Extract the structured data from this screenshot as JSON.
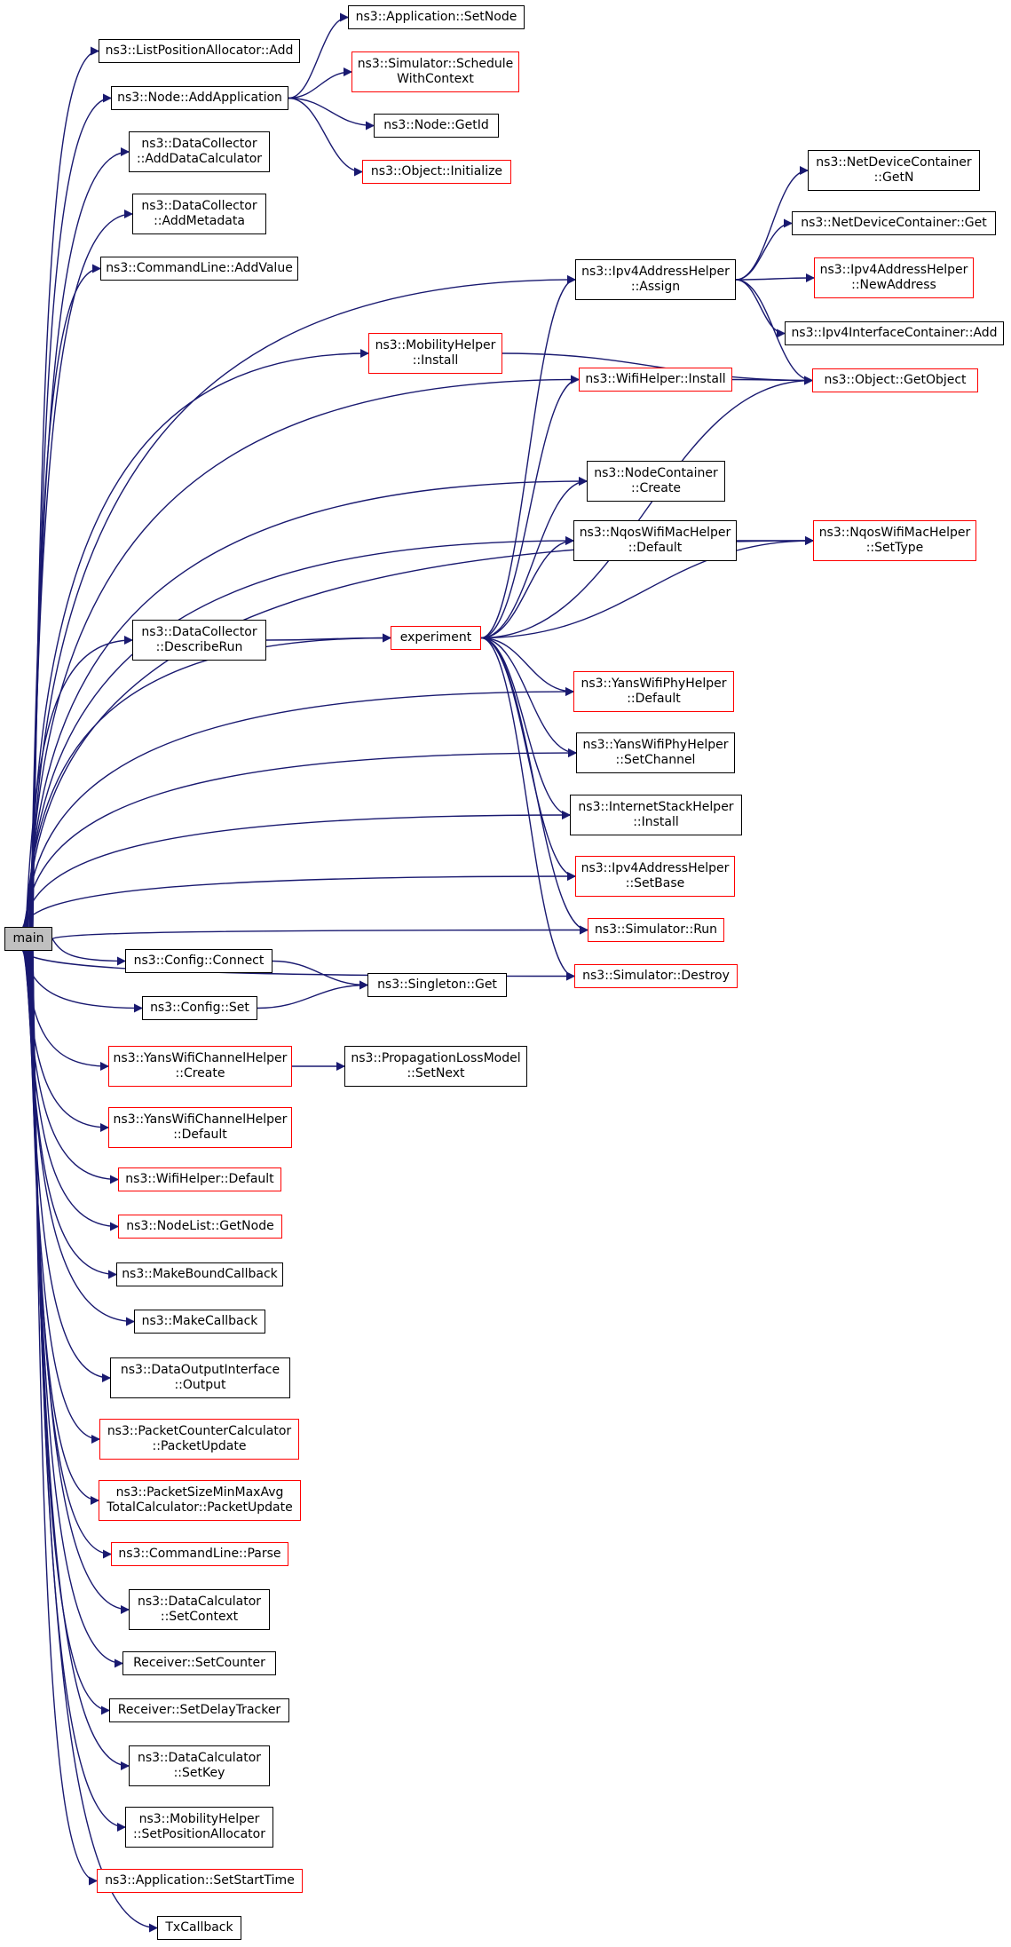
{
  "diagram": {
    "edge_color": "#191970",
    "node_border_color": "#000000",
    "incomplete_node_border_color": "#ff0000",
    "root_fill_color": "#bfbfbf",
    "nodes": [
      {
        "id": "main",
        "lines": [
          "main"
        ],
        "style": "root"
      },
      {
        "id": "listposalloc_add",
        "lines": [
          "ns3::ListPositionAllocator::Add"
        ],
        "style": "black"
      },
      {
        "id": "node_addapp",
        "lines": [
          "ns3::Node::AddApplication"
        ],
        "style": "black"
      },
      {
        "id": "app_setnode",
        "lines": [
          "ns3::Application::SetNode"
        ],
        "style": "black"
      },
      {
        "id": "sim_schedwithctx",
        "lines": [
          "ns3::Simulator::Schedule",
          "WithContext"
        ],
        "style": "red"
      },
      {
        "id": "node_getid",
        "lines": [
          "ns3::Node::GetId"
        ],
        "style": "black"
      },
      {
        "id": "obj_initialize",
        "lines": [
          "ns3::Object::Initialize"
        ],
        "style": "red"
      },
      {
        "id": "dc_adddatacalc",
        "lines": [
          "ns3::DataCollector",
          "::AddDataCalculator"
        ],
        "style": "black"
      },
      {
        "id": "dc_addmetadata",
        "lines": [
          "ns3::DataCollector",
          "::AddMetadata"
        ],
        "style": "black"
      },
      {
        "id": "cmd_addvalue",
        "lines": [
          "ns3::CommandLine::AddValue"
        ],
        "style": "black"
      },
      {
        "id": "ipv4addr_assign",
        "lines": [
          "ns3::Ipv4AddressHelper",
          "::Assign"
        ],
        "style": "black"
      },
      {
        "id": "ndc_getn",
        "lines": [
          "ns3::NetDeviceContainer",
          "::GetN"
        ],
        "style": "black"
      },
      {
        "id": "ndc_get",
        "lines": [
          "ns3::NetDeviceContainer::Get"
        ],
        "style": "black"
      },
      {
        "id": "ipv4addr_newaddr",
        "lines": [
          "ns3::Ipv4AddressHelper",
          "::NewAddress"
        ],
        "style": "red"
      },
      {
        "id": "ipv4ifc_add",
        "lines": [
          "ns3::Ipv4InterfaceContainer::Add"
        ],
        "style": "black"
      },
      {
        "id": "mob_install",
        "lines": [
          "ns3::MobilityHelper",
          "::Install"
        ],
        "style": "red"
      },
      {
        "id": "wifi_install",
        "lines": [
          "ns3::WifiHelper::Install"
        ],
        "style": "red"
      },
      {
        "id": "obj_getobject",
        "lines": [
          "ns3::Object::GetObject"
        ],
        "style": "red"
      },
      {
        "id": "nc_create",
        "lines": [
          "ns3::NodeContainer",
          "::Create"
        ],
        "style": "black"
      },
      {
        "id": "nqos_default",
        "lines": [
          "ns3::NqosWifiMacHelper",
          "::Default"
        ],
        "style": "black"
      },
      {
        "id": "nqos_settype",
        "lines": [
          "ns3::NqosWifiMacHelper",
          "::SetType"
        ],
        "style": "red"
      },
      {
        "id": "dc_describerun",
        "lines": [
          "ns3::DataCollector",
          "::DescribeRun"
        ],
        "style": "black"
      },
      {
        "id": "experiment",
        "lines": [
          "experiment"
        ],
        "style": "red"
      },
      {
        "id": "yphy_default",
        "lines": [
          "ns3::YansWifiPhyHelper",
          "::Default"
        ],
        "style": "red"
      },
      {
        "id": "yphy_setchannel",
        "lines": [
          "ns3::YansWifiPhyHelper",
          "::SetChannel"
        ],
        "style": "black"
      },
      {
        "id": "inet_install",
        "lines": [
          "ns3::InternetStackHelper",
          "::Install"
        ],
        "style": "black"
      },
      {
        "id": "ipv4addr_setbase",
        "lines": [
          "ns3::Ipv4AddressHelper",
          "::SetBase"
        ],
        "style": "red"
      },
      {
        "id": "sim_run",
        "lines": [
          "ns3::Simulator::Run"
        ],
        "style": "red"
      },
      {
        "id": "sim_destroy",
        "lines": [
          "ns3::Simulator::Destroy"
        ],
        "style": "red"
      },
      {
        "id": "cfg_connect",
        "lines": [
          "ns3::Config::Connect"
        ],
        "style": "black"
      },
      {
        "id": "singleton_get",
        "lines": [
          "ns3::Singleton::Get"
        ],
        "style": "black"
      },
      {
        "id": "cfg_set",
        "lines": [
          "ns3::Config::Set"
        ],
        "style": "black"
      },
      {
        "id": "ych_create",
        "lines": [
          "ns3::YansWifiChannelHelper",
          "::Create"
        ],
        "style": "red"
      },
      {
        "id": "plm_setnext",
        "lines": [
          "ns3::PropagationLossModel",
          "::SetNext"
        ],
        "style": "black"
      },
      {
        "id": "ych_default",
        "lines": [
          "ns3::YansWifiChannelHelper",
          "::Default"
        ],
        "style": "red"
      },
      {
        "id": "wifi_default",
        "lines": [
          "ns3::WifiHelper::Default"
        ],
        "style": "red"
      },
      {
        "id": "nodelist_getnode",
        "lines": [
          "ns3::NodeList::GetNode"
        ],
        "style": "red"
      },
      {
        "id": "makeboundcb",
        "lines": [
          "ns3::MakeBoundCallback"
        ],
        "style": "black"
      },
      {
        "id": "makecb",
        "lines": [
          "ns3::MakeCallback"
        ],
        "style": "black"
      },
      {
        "id": "doi_output",
        "lines": [
          "ns3::DataOutputInterface",
          "::Output"
        ],
        "style": "black"
      },
      {
        "id": "pcc_packetupdate",
        "lines": [
          "ns3::PacketCounterCalculator",
          "::PacketUpdate"
        ],
        "style": "red"
      },
      {
        "id": "psmm_packetupdate",
        "lines": [
          "ns3::PacketSizeMinMaxAvg",
          "TotalCalculator::PacketUpdate"
        ],
        "style": "red"
      },
      {
        "id": "cmd_parse",
        "lines": [
          "ns3::CommandLine::Parse"
        ],
        "style": "red"
      },
      {
        "id": "dcalc_setcontext",
        "lines": [
          "ns3::DataCalculator",
          "::SetContext"
        ],
        "style": "black"
      },
      {
        "id": "recv_setcounter",
        "lines": [
          "Receiver::SetCounter"
        ],
        "style": "black"
      },
      {
        "id": "recv_setdelay",
        "lines": [
          "Receiver::SetDelayTracker"
        ],
        "style": "black"
      },
      {
        "id": "dcalc_setkey",
        "lines": [
          "ns3::DataCalculator",
          "::SetKey"
        ],
        "style": "black"
      },
      {
        "id": "mob_setposalloc",
        "lines": [
          "ns3::MobilityHelper",
          "::SetPositionAllocator"
        ],
        "style": "black"
      },
      {
        "id": "app_setstarttime",
        "lines": [
          "ns3::Application::SetStartTime"
        ],
        "style": "red"
      },
      {
        "id": "txcallback",
        "lines": [
          "TxCallback"
        ],
        "style": "black"
      }
    ],
    "edges": [
      [
        "main",
        "listposalloc_add"
      ],
      [
        "main",
        "node_addapp"
      ],
      [
        "main",
        "dc_adddatacalc"
      ],
      [
        "main",
        "dc_addmetadata"
      ],
      [
        "main",
        "cmd_addvalue"
      ],
      [
        "main",
        "ipv4addr_assign"
      ],
      [
        "main",
        "mob_install"
      ],
      [
        "main",
        "wifi_install"
      ],
      [
        "main",
        "nqos_settype"
      ],
      [
        "main",
        "nc_create"
      ],
      [
        "main",
        "nqos_default"
      ],
      [
        "main",
        "experiment"
      ],
      [
        "main",
        "dc_describerun"
      ],
      [
        "main",
        "yphy_default"
      ],
      [
        "main",
        "yphy_setchannel"
      ],
      [
        "main",
        "inet_install"
      ],
      [
        "main",
        "ipv4addr_setbase"
      ],
      [
        "main",
        "sim_run"
      ],
      [
        "main",
        "sim_destroy"
      ],
      [
        "main",
        "cfg_connect"
      ],
      [
        "main",
        "cfg_set"
      ],
      [
        "main",
        "ych_create"
      ],
      [
        "main",
        "ych_default"
      ],
      [
        "main",
        "wifi_default"
      ],
      [
        "main",
        "nodelist_getnode"
      ],
      [
        "main",
        "makeboundcb"
      ],
      [
        "main",
        "makecb"
      ],
      [
        "main",
        "doi_output"
      ],
      [
        "main",
        "pcc_packetupdate"
      ],
      [
        "main",
        "psmm_packetupdate"
      ],
      [
        "main",
        "cmd_parse"
      ],
      [
        "main",
        "dcalc_setcontext"
      ],
      [
        "main",
        "recv_setcounter"
      ],
      [
        "main",
        "recv_setdelay"
      ],
      [
        "main",
        "dcalc_setkey"
      ],
      [
        "main",
        "mob_setposalloc"
      ],
      [
        "main",
        "app_setstarttime"
      ],
      [
        "main",
        "txcallback"
      ],
      [
        "node_addapp",
        "app_setnode"
      ],
      [
        "node_addapp",
        "sim_schedwithctx"
      ],
      [
        "node_addapp",
        "node_getid"
      ],
      [
        "node_addapp",
        "obj_initialize"
      ],
      [
        "ipv4addr_assign",
        "ndc_getn"
      ],
      [
        "ipv4addr_assign",
        "ndc_get"
      ],
      [
        "ipv4addr_assign",
        "ipv4addr_newaddr"
      ],
      [
        "ipv4addr_assign",
        "ipv4ifc_add"
      ],
      [
        "ipv4addr_assign",
        "obj_getobject"
      ],
      [
        "mob_install",
        "obj_getobject"
      ],
      [
        "wifi_install",
        "obj_getobject"
      ],
      [
        "nqos_default",
        "nqos_settype"
      ],
      [
        "dc_describerun",
        "experiment"
      ],
      [
        "experiment",
        "ipv4addr_assign"
      ],
      [
        "experiment",
        "wifi_install"
      ],
      [
        "experiment",
        "nc_create"
      ],
      [
        "experiment",
        "nqos_default"
      ],
      [
        "experiment",
        "obj_getobject"
      ],
      [
        "experiment",
        "nqos_settype"
      ],
      [
        "experiment",
        "yphy_default"
      ],
      [
        "experiment",
        "yphy_setchannel"
      ],
      [
        "experiment",
        "inet_install"
      ],
      [
        "experiment",
        "ipv4addr_setbase"
      ],
      [
        "experiment",
        "sim_run"
      ],
      [
        "experiment",
        "sim_destroy"
      ],
      [
        "cfg_connect",
        "singleton_get"
      ],
      [
        "cfg_set",
        "singleton_get"
      ],
      [
        "ych_create",
        "plm_setnext"
      ]
    ]
  }
}
